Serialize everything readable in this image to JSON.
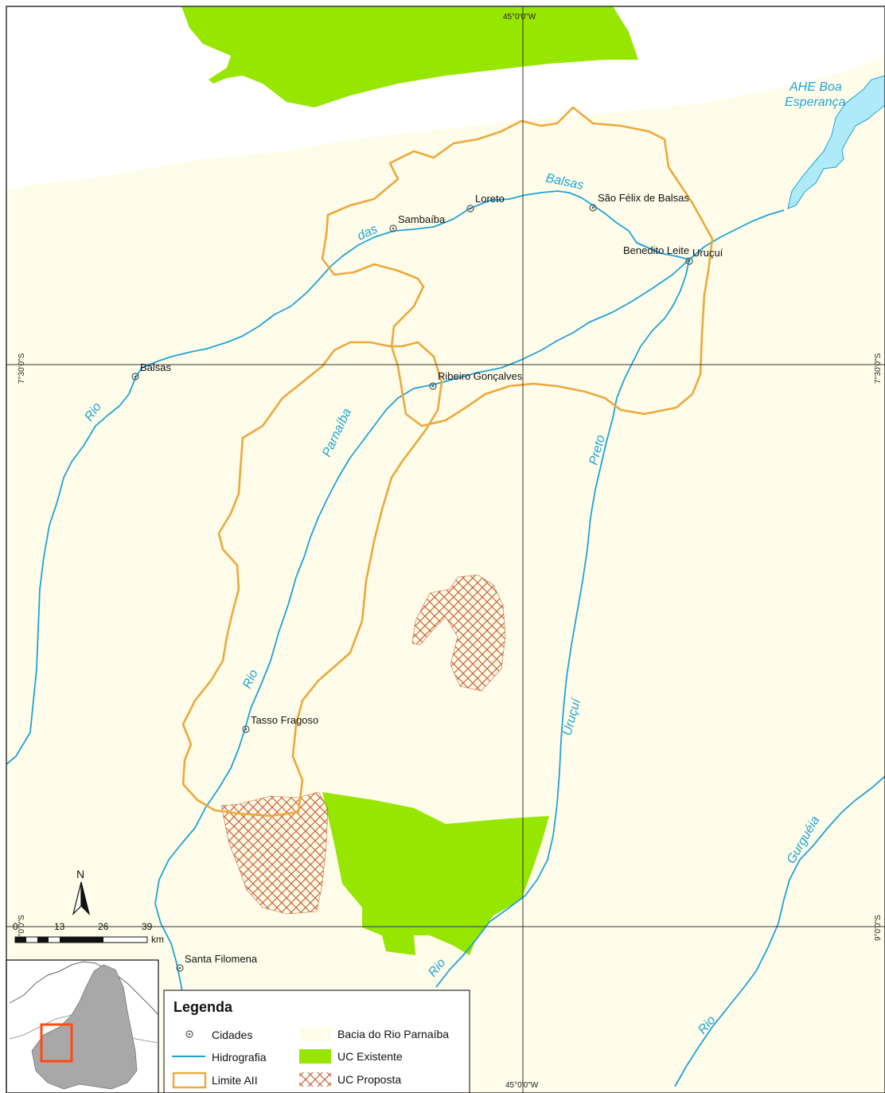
{
  "colors": {
    "basin": "#fffdea",
    "outside": "#ffffff",
    "uc_existente": "#97e600",
    "uc_proposta": "#c8643a",
    "hidrografia": "#1ea3d6",
    "limite_aii": "#eda83b",
    "reservoir": "#aeeaf8"
  },
  "graticule": {
    "lon_top": "45°0'0\"W",
    "lon_bottom": "45°0'0\"W",
    "lat_mid_left": "7°30'0\"S",
    "lat_mid_right": "7°30'0\"S",
    "lat_low_left": "9°0'0\"S",
    "lat_low_right": "9°0'0\"S"
  },
  "cities": [
    {
      "name": "Loreto"
    },
    {
      "name": "Sambaíba"
    },
    {
      "name": "São Félix de Balsas"
    },
    {
      "name": "Benedito Leite"
    },
    {
      "name": "Uruçuí"
    },
    {
      "name": "Balsas"
    },
    {
      "name": "Ribeiro Gonçalves"
    },
    {
      "name": "Tasso Fragoso"
    },
    {
      "name": "Santa Filomena"
    }
  ],
  "river_labels": {
    "ahe_line1": "AHE Boa",
    "ahe_line2": "Esperança",
    "balsas": "Balsas",
    "das": "das",
    "rio_left": "Rio",
    "parnaiba": "Parnaíba",
    "rio_mid": "Rio",
    "preto": "Preto",
    "urucui": "Uruçuí",
    "rio_bottom": "Rio",
    "gurgueia": "Gurguéia",
    "rio_br": "Rio"
  },
  "north_arrow": {
    "label": "N"
  },
  "scale_bar": {
    "ticks": [
      "0",
      "13",
      "26",
      "39"
    ],
    "unit": "km"
  },
  "legend": {
    "title": "Legenda",
    "items": [
      {
        "label": "Cidades",
        "icon": "city-symbol-icon"
      },
      {
        "label": "Hidrografia",
        "icon": "river-line-icon"
      },
      {
        "label": "Limite AII",
        "icon": "boundary-outline-icon"
      },
      {
        "label": "Bacia do Rio Parnaíba",
        "icon": "basin-fill-icon"
      },
      {
        "label": "UC Existente",
        "icon": "existing-uc-fill-icon"
      },
      {
        "label": "UC Proposta",
        "icon": "proposed-uc-hatch-icon"
      }
    ]
  }
}
